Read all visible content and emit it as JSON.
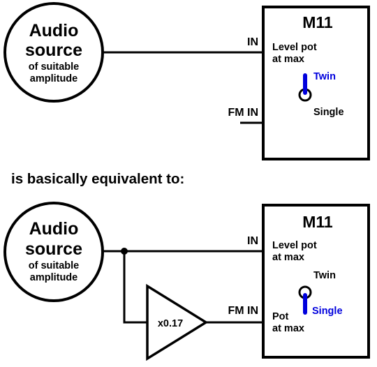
{
  "top": {
    "source": {
      "line1": "Audio",
      "line2": "source",
      "line3": "of suitable",
      "line4": "amplitude"
    },
    "module": {
      "title": "M11",
      "in_label": "IN",
      "fm_in_label": "FM IN",
      "level_line1": "Level pot",
      "level_line2": "at max",
      "switch_up_label": "Twin",
      "switch_down_label": "Single",
      "selected": "Twin"
    }
  },
  "caption": "is basically equivalent to:",
  "bottom": {
    "source": {
      "line1": "Audio",
      "line2": "source",
      "line3": "of suitable",
      "line4": "amplitude"
    },
    "amplifier": {
      "gain_label": "x0.17"
    },
    "module": {
      "title": "M11",
      "in_label": "IN",
      "fm_in_label": "FM IN",
      "level_line1": "Level pot",
      "level_line2": "at max",
      "switch_up_label": "Twin",
      "switch_down_label": "Single",
      "selected": "Single",
      "pot_line1": "Pot",
      "pot_line2": "at max"
    }
  },
  "colors": {
    "line": "#000000",
    "highlight": "#0000dd",
    "background": "#ffffff"
  }
}
